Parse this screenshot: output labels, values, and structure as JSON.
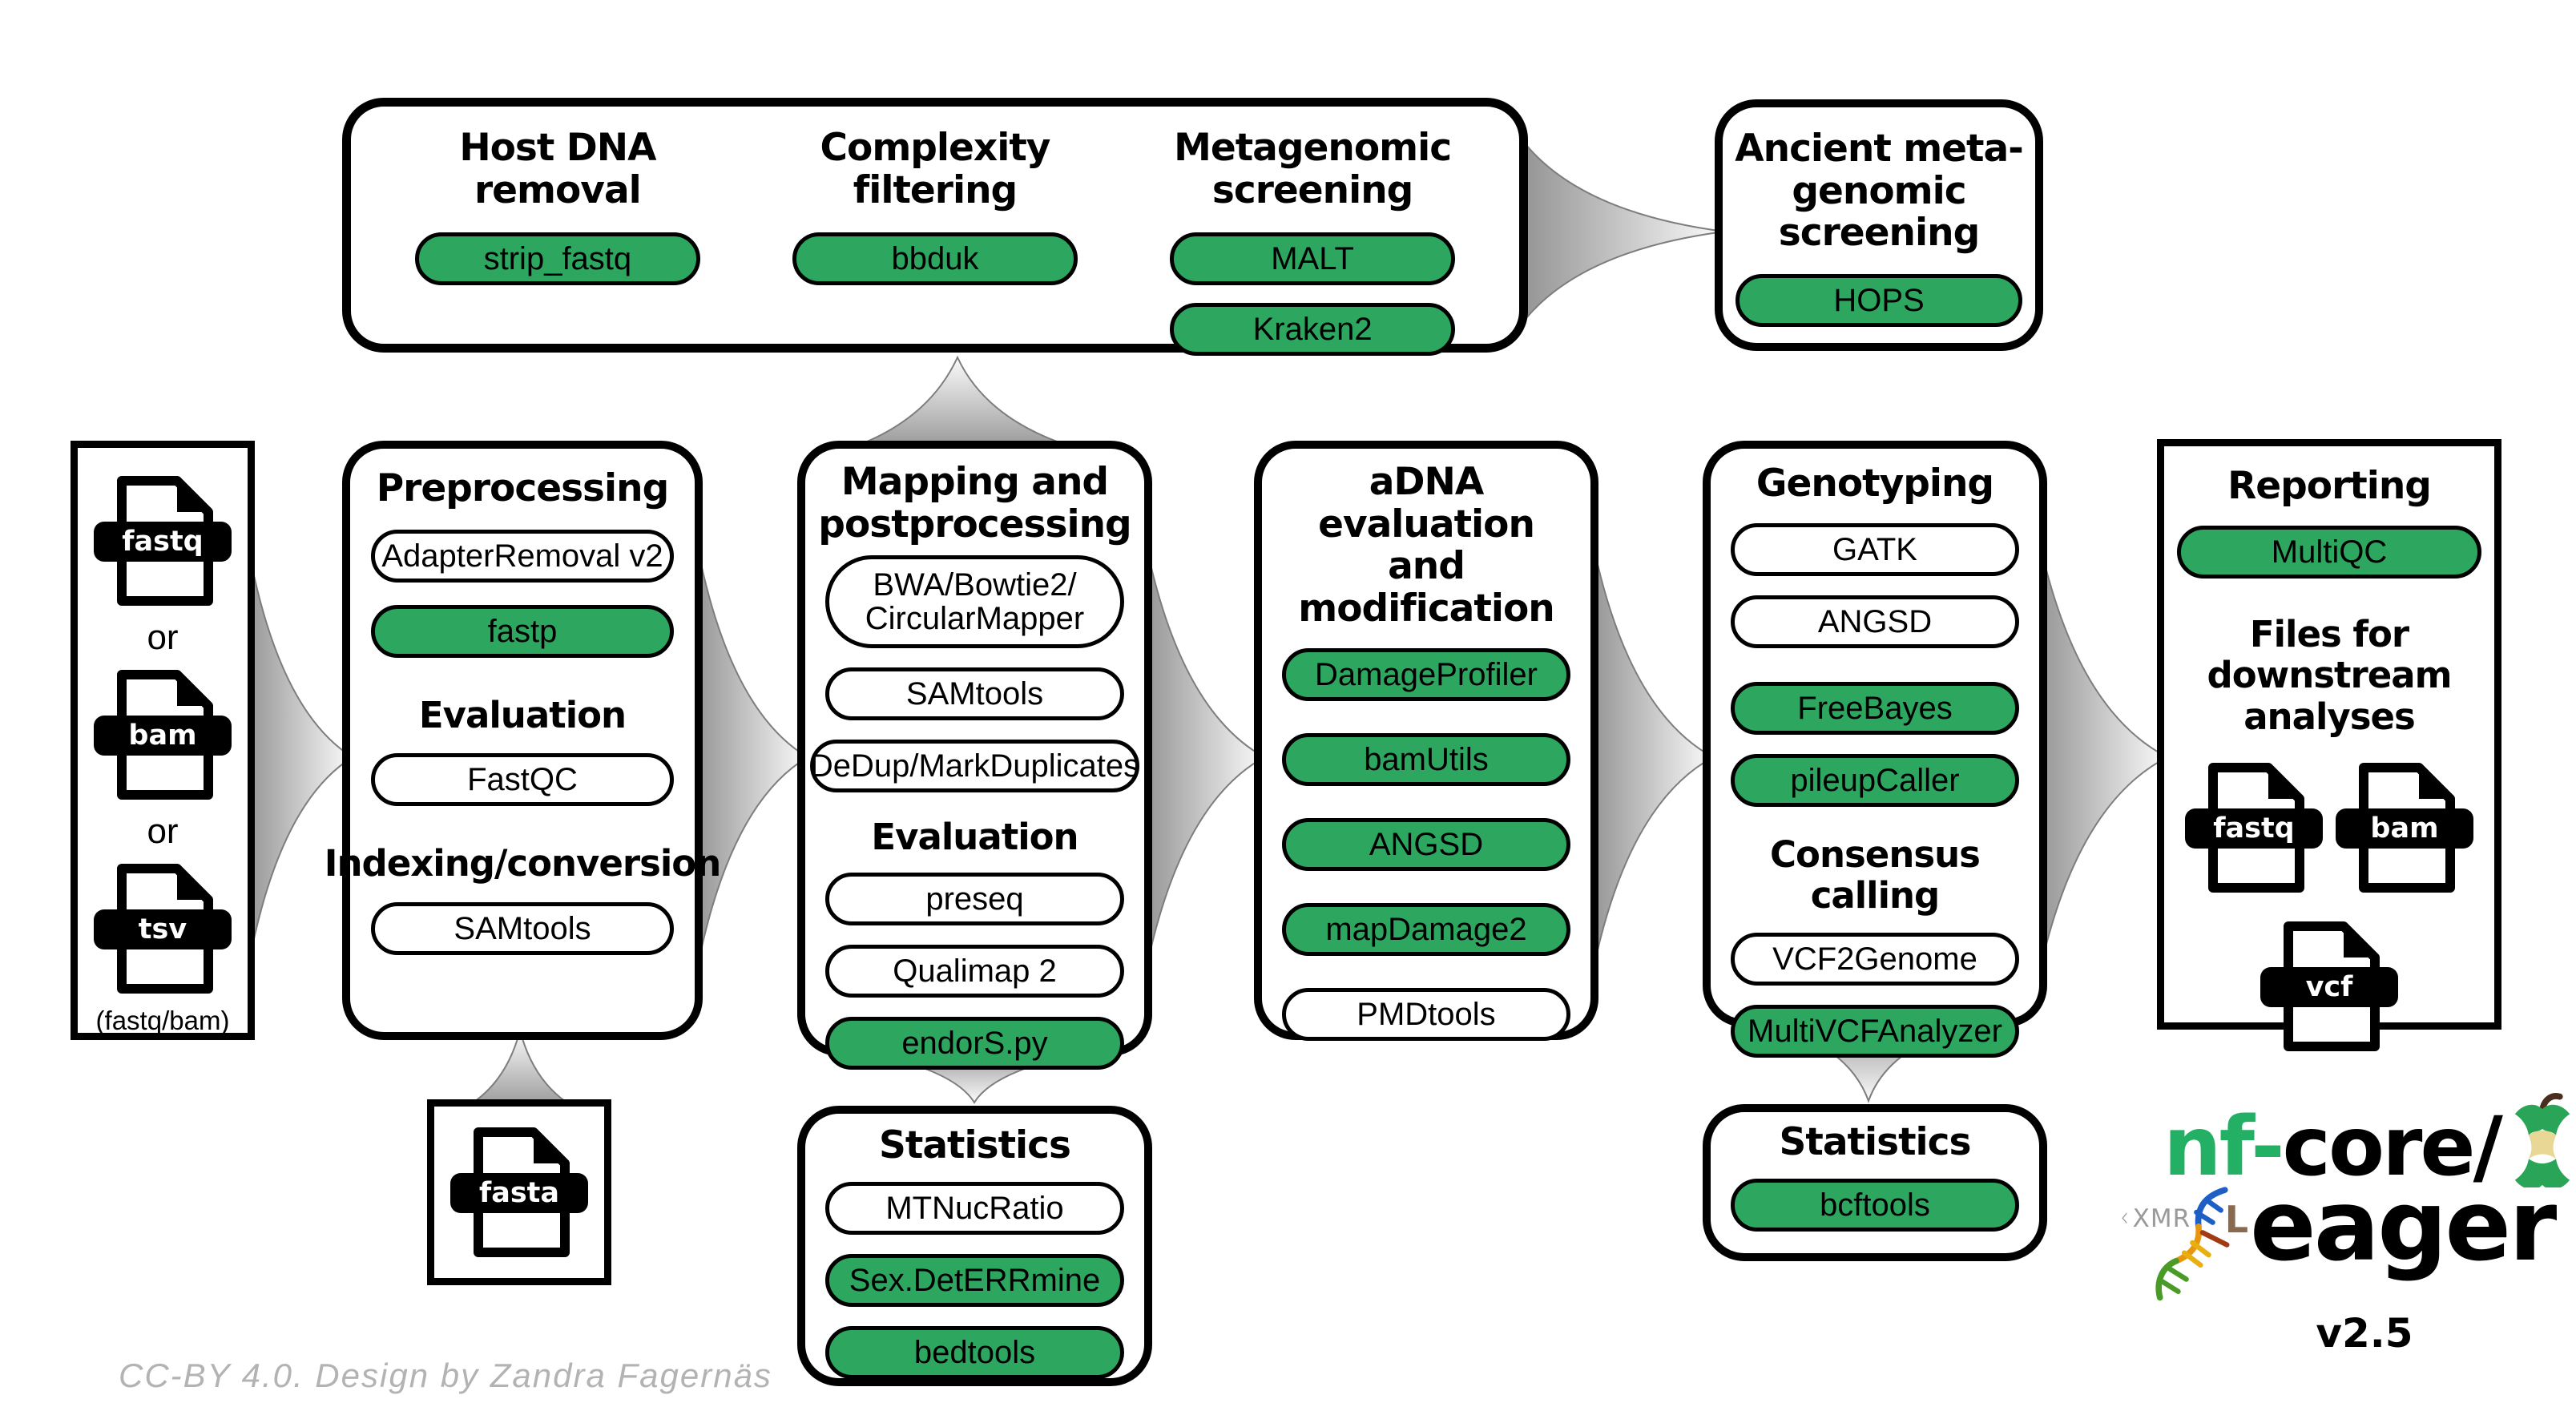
{
  "palette": {
    "green": "#2da65f",
    "arrow_gray": "#8f8f8f",
    "logo_green": "#24b064"
  },
  "screening": {
    "sections": [
      {
        "title": "Host DNA\nremoval",
        "tools": [
          "strip_fastq"
        ]
      },
      {
        "title": "Complexity\nfiltering",
        "tools": [
          "bbduk"
        ]
      },
      {
        "title": "Metagenomic\nscreening",
        "tools": [
          "MALT",
          "Kraken2"
        ]
      }
    ]
  },
  "ancient": {
    "title": "Ancient meta-\ngenomic screening",
    "tools": [
      "HOPS"
    ]
  },
  "input": {
    "files": [
      "fastq",
      "bam",
      "tsv"
    ],
    "or_label": "or",
    "note": "(fastq/bam)"
  },
  "preprocessing": {
    "title": "Preprocessing",
    "tools": [
      "AdapterRemoval v2",
      "fastp"
    ],
    "evaluation_heading": "Evaluation",
    "evaluation_tools": [
      "FastQC"
    ],
    "indexing_heading": "Indexing/conversion",
    "indexing_tools": [
      "SAMtools"
    ]
  },
  "mapping": {
    "title": "Mapping and\npostprocessing",
    "tools": [
      "BWA/Bowtie2/\nCircularMapper",
      "SAMtools",
      "DeDup/MarkDuplicates"
    ],
    "evaluation_heading": "Evaluation",
    "evaluation_tools": [
      "preseq",
      "Qualimap 2",
      "endorS.py"
    ]
  },
  "adna": {
    "title": "aDNA evaluation\nand modification",
    "tools": [
      "DamageProfiler",
      "bamUtils",
      "ANGSD",
      "mapDamage2",
      "PMDtools"
    ]
  },
  "genotyping": {
    "title": "Genotyping",
    "tools": [
      "GATK",
      "ANGSD",
      "FreeBayes",
      "pileupCaller"
    ],
    "consensus_heading": "Consensus calling",
    "consensus_tools": [
      "VCF2Genome",
      "MultiVCFAnalyzer"
    ]
  },
  "reporting": {
    "title": "Reporting",
    "tools": [
      "MultiQC"
    ],
    "downstream_heading": "Files for downstream\nanalyses",
    "files": [
      "fastq",
      "bam",
      "vcf"
    ]
  },
  "fasta_input": {
    "file": "fasta"
  },
  "stats_mapping": {
    "title": "Statistics",
    "tools": [
      "MTNucRatio",
      "Sex.DetERRmine",
      "bedtools"
    ]
  },
  "stats_genotyping": {
    "title": "Statistics",
    "tools": [
      "bcftools"
    ]
  },
  "logo": {
    "brand_green": "nf-",
    "brand_black": "core/",
    "app_name": "eager",
    "version": "v2.5",
    "runes": "ᚲXMR",
    "rune_l": "L"
  },
  "credit": "CC-BY 4.0. Design by Zandra Fagernäs"
}
